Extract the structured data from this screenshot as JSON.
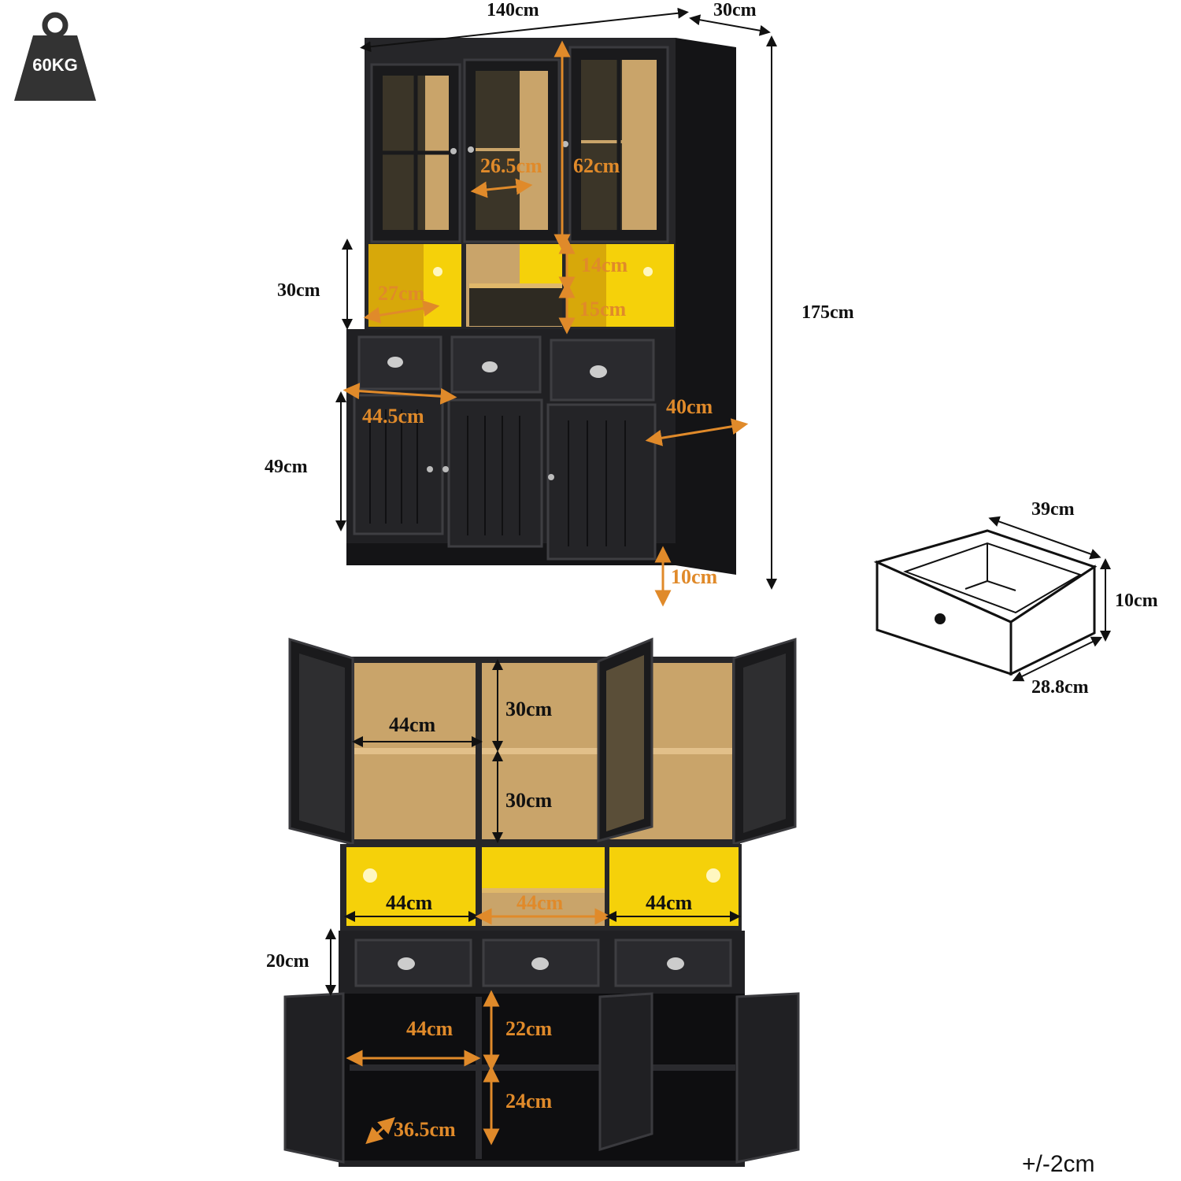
{
  "weight_badge": {
    "label": "60KG"
  },
  "top_view": {
    "width": "140cm",
    "depth": "30cm",
    "height": "175cm",
    "shelf_width": "26.5cm",
    "hutch_height": "62cm",
    "open_section_height": "30cm",
    "open_depth": "27cm",
    "upper_open": "14cm",
    "lower_open": "15cm",
    "drawer_width": "44.5cm",
    "base_depth": "40cm",
    "base_door_height": "49cm",
    "leg_height": "10cm"
  },
  "drawer_view": {
    "width": "39cm",
    "height": "10cm",
    "depth": "28.8cm"
  },
  "open_view": {
    "shelf_width_upper": "44cm",
    "shelf_height_1": "30cm",
    "shelf_height_2": "30cm",
    "open_left": "44cm",
    "open_middle": "44cm",
    "open_right": "44cm",
    "drawer_height": "20cm",
    "cabinet_width": "44cm",
    "cabinet_upper": "22cm",
    "cabinet_lower": "24cm",
    "cabinet_depth": "36.5cm"
  },
  "tolerance": "+/-2cm",
  "colors": {
    "cabinet": "#1f1f22",
    "wood": "#c9a46a",
    "led": "#f5d10a",
    "accent": "#e08a2a"
  }
}
